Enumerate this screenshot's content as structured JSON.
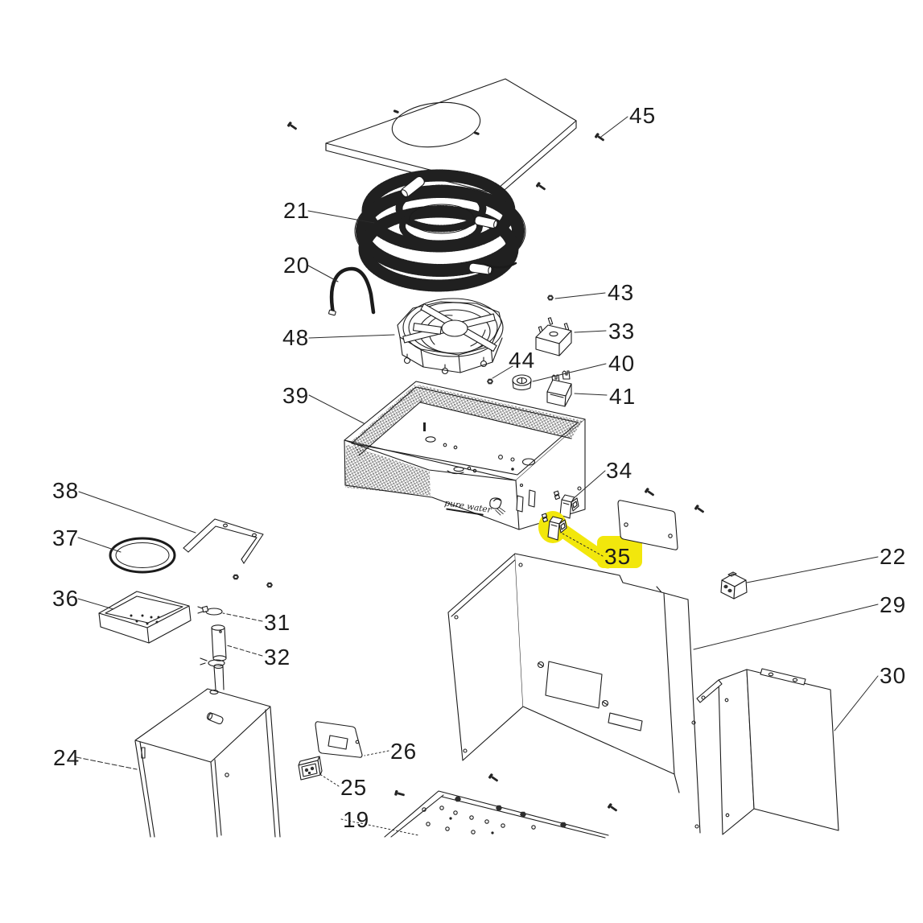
{
  "diagram": {
    "type": "exploded-parts-diagram",
    "logo_text": "pure water",
    "highlighted_part": "35",
    "highlight_color": "#f2e70c",
    "line_color": "#1b1b1b",
    "background": "#ffffff"
  },
  "labels": [
    {
      "id": "45",
      "text": "45"
    },
    {
      "id": "21",
      "text": "21"
    },
    {
      "id": "20",
      "text": "20"
    },
    {
      "id": "48",
      "text": "48"
    },
    {
      "id": "43",
      "text": "43"
    },
    {
      "id": "33",
      "text": "33"
    },
    {
      "id": "44",
      "text": "44"
    },
    {
      "id": "40",
      "text": "40"
    },
    {
      "id": "41",
      "text": "41"
    },
    {
      "id": "39",
      "text": "39"
    },
    {
      "id": "34",
      "text": "34"
    },
    {
      "id": "38",
      "text": "38"
    },
    {
      "id": "37",
      "text": "37"
    },
    {
      "id": "36",
      "text": "36"
    },
    {
      "id": "31",
      "text": "31"
    },
    {
      "id": "32",
      "text": "32"
    },
    {
      "id": "35",
      "text": "35"
    },
    {
      "id": "22",
      "text": "22"
    },
    {
      "id": "29",
      "text": "29"
    },
    {
      "id": "30",
      "text": "30"
    },
    {
      "id": "24",
      "text": "24"
    },
    {
      "id": "26",
      "text": "26"
    },
    {
      "id": "25",
      "text": "25"
    },
    {
      "id": "19",
      "text": "19"
    }
  ]
}
